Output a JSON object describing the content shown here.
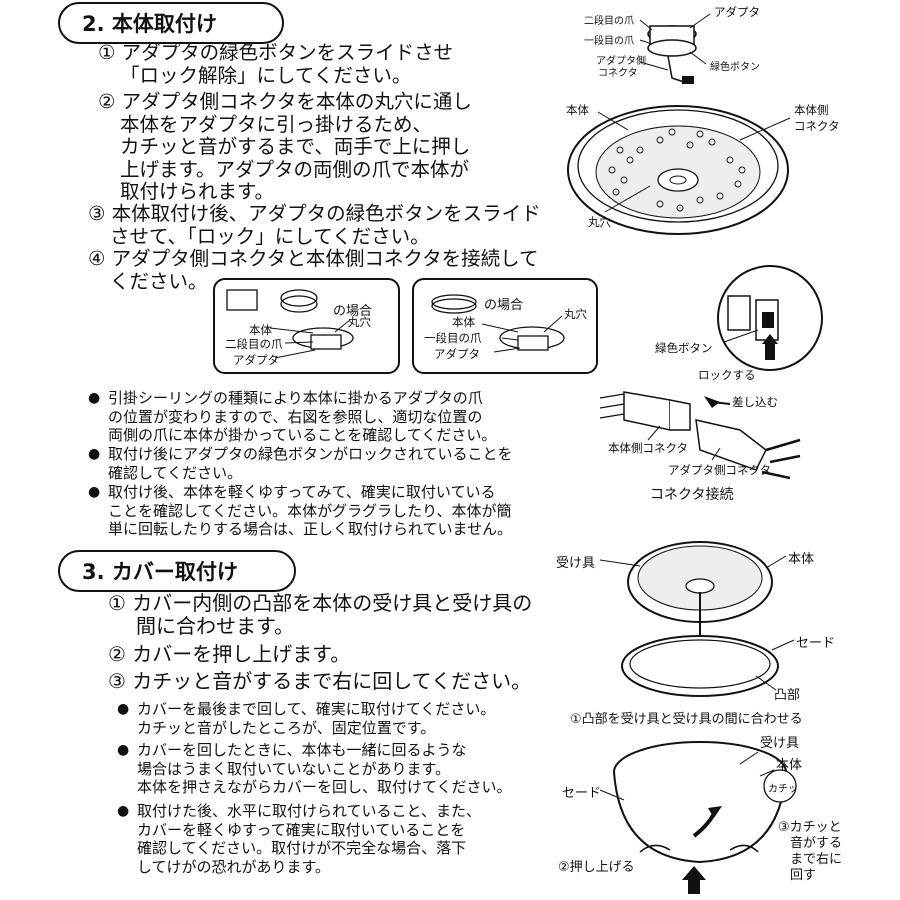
{
  "section2": {
    "title": "2. 本体取付け",
    "steps": [
      [
        "① アダプタの緑色ボタンをスライドさせ",
        "「ロック解除」にしてください。"
      ],
      [
        "② アダプタ側コネクタを本体の丸穴に通し",
        "本体をアダプタに引っ掛けるため、",
        "カチッと音がするまで、両手で上に押し",
        "上げます。アダプタの両側の爪で本体が",
        "取付けられます。"
      ],
      [
        "③ 本体取付け後、アダプタの緑色ボタンをスライド",
        "させて、「ロック」にしてください。"
      ],
      [
        "④ アダプタ側コネクタと本体側コネクタを接続して",
        "ください。"
      ]
    ],
    "notes": [
      [
        "引掛シーリングの種類により本体に掛かるアダプタの爪",
        "の位置が変わりますので、右図を参照し、適切な位置の",
        "両側の爪に本体が掛かっていることを確認してください。"
      ],
      [
        "取付け後にアダプタの緑色ボタンがロックされていることを",
        "確認してください。"
      ],
      [
        "取付け後、本体を軽くゆすってみて、確実に取付いている",
        "ことを確認してください。本体がグラグラしたり、本体が簡",
        "単に回転したりする場合は、正しく取付けられていません。"
      ]
    ],
    "figure_top": {
      "adapter": "アダプタ",
      "claw2": "二段目の爪",
      "claw1": "一段目の爪",
      "adapter_connector_1": "アダプタ側",
      "adapter_connector_2": "コネクタ",
      "green_button": "緑色ボタン",
      "body": "本体",
      "body_connector_1": "本体側",
      "body_connector_2": "コネクタ",
      "round_hole": "丸穴"
    },
    "box_left": {
      "case": "の場合",
      "body": "本体",
      "hole": "丸穴",
      "claw": "二段目の爪",
      "adapter": "アダプタ"
    },
    "box_right": {
      "case": "の場合",
      "body": "本体",
      "hole": "丸穴",
      "claw": "一段目の爪",
      "adapter": "アダプタ"
    },
    "lock_figure": {
      "green_button": "緑色ボタン",
      "lock": "ロックする"
    },
    "connector_figure": {
      "insert": "差し込む",
      "body_connector": "本体側コネクタ",
      "adapter_connector": "アダプタ側コネクタ",
      "caption": "コネクタ接続"
    }
  },
  "section3": {
    "title": "3. カバー取付け",
    "steps": [
      [
        "① カバー内側の凸部を本体の受け具と受け具の",
        "間に合わせます。"
      ],
      [
        "② カバーを押し上げます。"
      ],
      [
        "③ カチッと音がするまで右に回してください。"
      ]
    ],
    "notes": [
      [
        "カバーを最後まで回して、確実に取付けてください。",
        "カチッと音がしたところが、固定位置です。"
      ],
      [
        "カバーを回したときに、本体も一緒に回るような",
        "場合はうまく取付いていないことがあります。",
        "本体を押さえながらカバーを回し、取付けてください。"
      ],
      [
        "取付けた後、水平に取付けられていること、また、",
        "カバーを軽くゆすって確実に取付いていることを",
        "確認してください。取付けが不完全な場合、落下",
        "してけがの恐れがあります。"
      ]
    ],
    "figure_top": {
      "receiver": "受け具",
      "body": "本体",
      "shade": "セード",
      "boss": "凸部",
      "caption": "①凸部を受け具と受け具の間に合わせる"
    },
    "figure_bottom": {
      "receiver": "受け具",
      "body": "本体",
      "shade": "セード",
      "click": "カチッ",
      "push_up": "②押し上げる",
      "rotate": [
        "③カチッと",
        "音がする",
        "まで右に",
        "回す"
      ]
    }
  }
}
